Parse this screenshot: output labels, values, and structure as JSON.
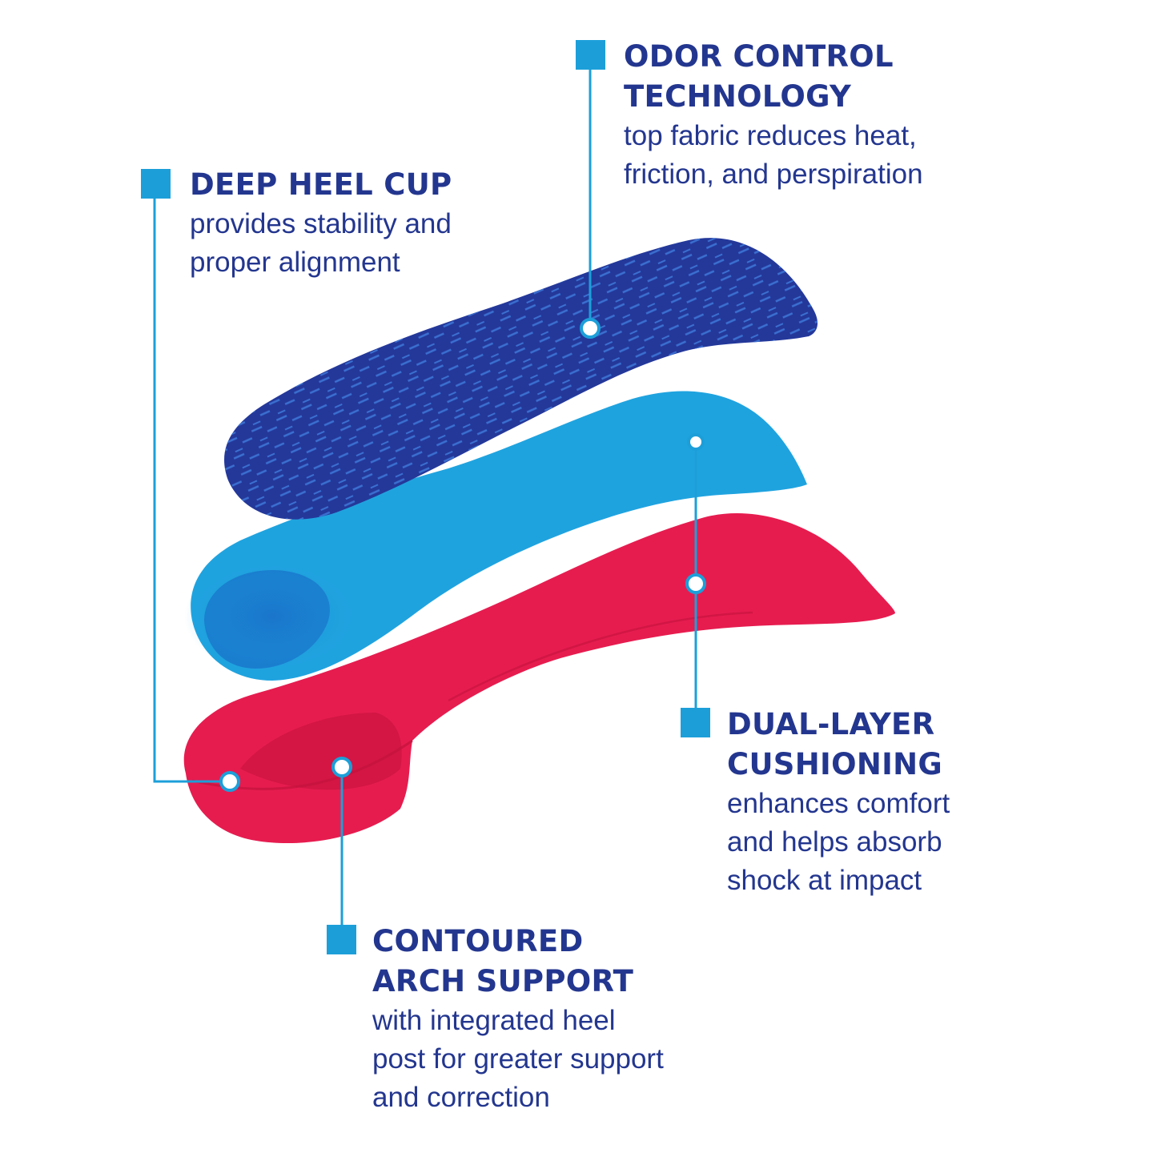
{
  "colors": {
    "heading_text": "#23368f",
    "desc_text": "#23368f",
    "accent": "#1c9fd9",
    "top_layer": "#24389a",
    "top_layer_texture": "#3a6fd0",
    "middle_layer": "#1fa3df",
    "middle_layer_shadow": "#1a6fc8",
    "bottom_layer": "#e61c4f",
    "bottom_layer_shadow": "#c3123d",
    "marker_fill": "#ffffff"
  },
  "callouts": [
    {
      "id": "odor",
      "heading": [
        "ODOR CONTROL",
        "TECHNOLOGY"
      ],
      "description": [
        "top fabric reduces heat,",
        "friction, and perspiration"
      ]
    },
    {
      "id": "heel",
      "heading": [
        "DEEP HEEL CUP"
      ],
      "description": [
        "provides stability and",
        "proper alignment"
      ]
    },
    {
      "id": "dual",
      "heading": [
        "DUAL-LAYER",
        "CUSHIONING"
      ],
      "description": [
        "enhances comfort",
        "and helps absorb",
        "shock at impact"
      ]
    },
    {
      "id": "arch",
      "heading": [
        "CONTOURED",
        "ARCH SUPPORT"
      ],
      "description": [
        "with integrated heel",
        "post for greater support",
        "and correction"
      ]
    }
  ]
}
